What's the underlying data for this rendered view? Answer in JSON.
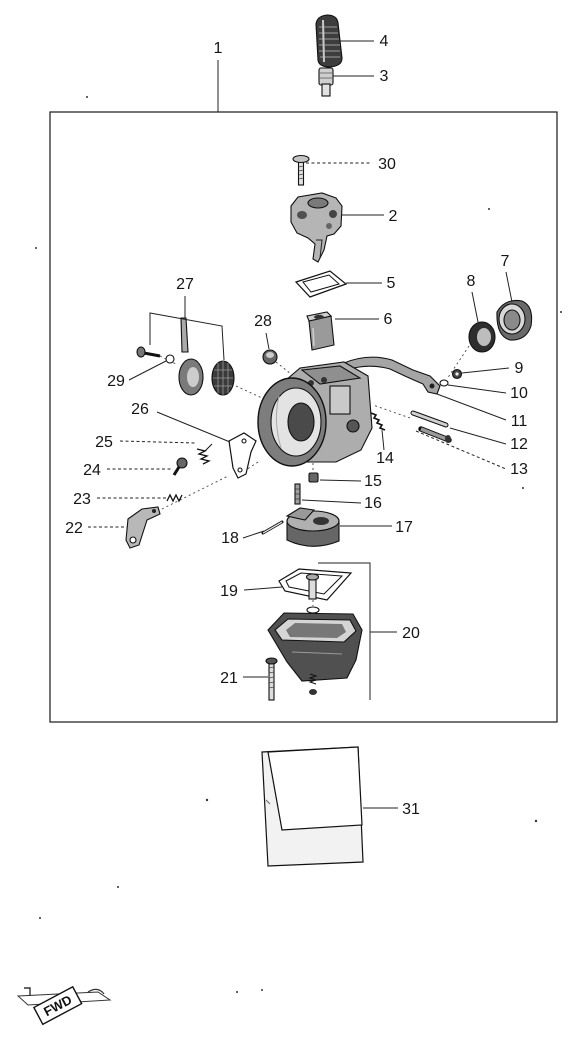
{
  "diagram": {
    "callouts": [
      "1",
      "2",
      "3",
      "4",
      "5",
      "6",
      "7",
      "8",
      "9",
      "10",
      "11",
      "12",
      "13",
      "14",
      "15",
      "16",
      "17",
      "18",
      "19",
      "20",
      "21",
      "22",
      "23",
      "24",
      "25",
      "26",
      "27",
      "28",
      "29",
      "30",
      "31"
    ]
  },
  "logo": {
    "text": "FWD"
  },
  "colors": {
    "ink": "#1a1a1a",
    "paper": "#ffffff",
    "part_light": "#bdbdbd",
    "part_dark": "#3d3d3d"
  }
}
